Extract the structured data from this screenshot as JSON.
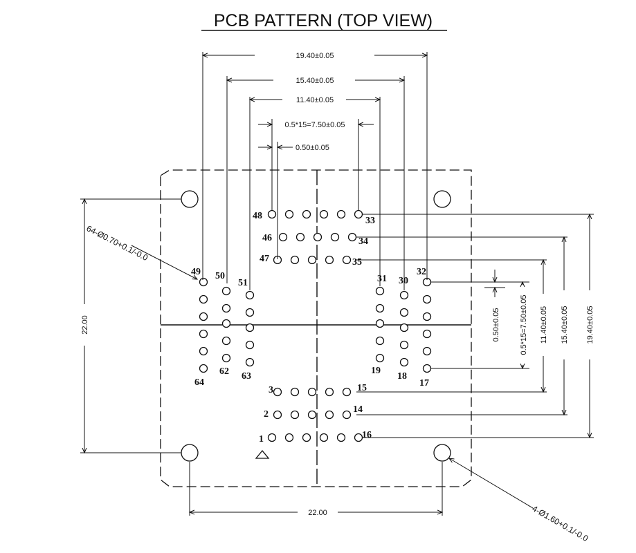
{
  "title": "PCB PATTERN  (TOP VIEW)",
  "dimensions": {
    "outer_pitch_top": "19.40±0.05",
    "middle_pitch_top": "15.40±0.05",
    "inner_pitch_top": "11.40±0.05",
    "row_span_top": "0.5*15=7.50±0.05",
    "pad_pitch_top": "0.50±0.05",
    "hole_span_vertical": "22.00",
    "hole_span_horizontal": "22.00",
    "pad_pitch_right": "0.50±0.05",
    "row_span_right": "0.5*15=7.50±0.05",
    "inner_pitch_right": "11.40±0.05",
    "middle_pitch_right": "15.40±0.05",
    "outer_pitch_right": "19.40±0.05",
    "pad_callout": "64-Ø0.70+0.1/-0.0",
    "hole_callout": "4-Ø1.60+0.1/-0.0"
  },
  "pin_labels": {
    "p48": "48",
    "p33": "33",
    "p46": "46",
    "p34": "34",
    "p47": "47",
    "p35": "35",
    "p49": "49",
    "p50": "50",
    "p51": "51",
    "p64": "64",
    "p62": "62",
    "p63": "63",
    "p31": "31",
    "p30": "30",
    "p32": "32",
    "p19": "19",
    "p18": "18",
    "p17": "17",
    "p3": "3",
    "p15": "15",
    "p2": "2",
    "p14": "14",
    "p1": "1",
    "p16": "16"
  },
  "pad_count": 64,
  "mounting_hole_count": 4
}
